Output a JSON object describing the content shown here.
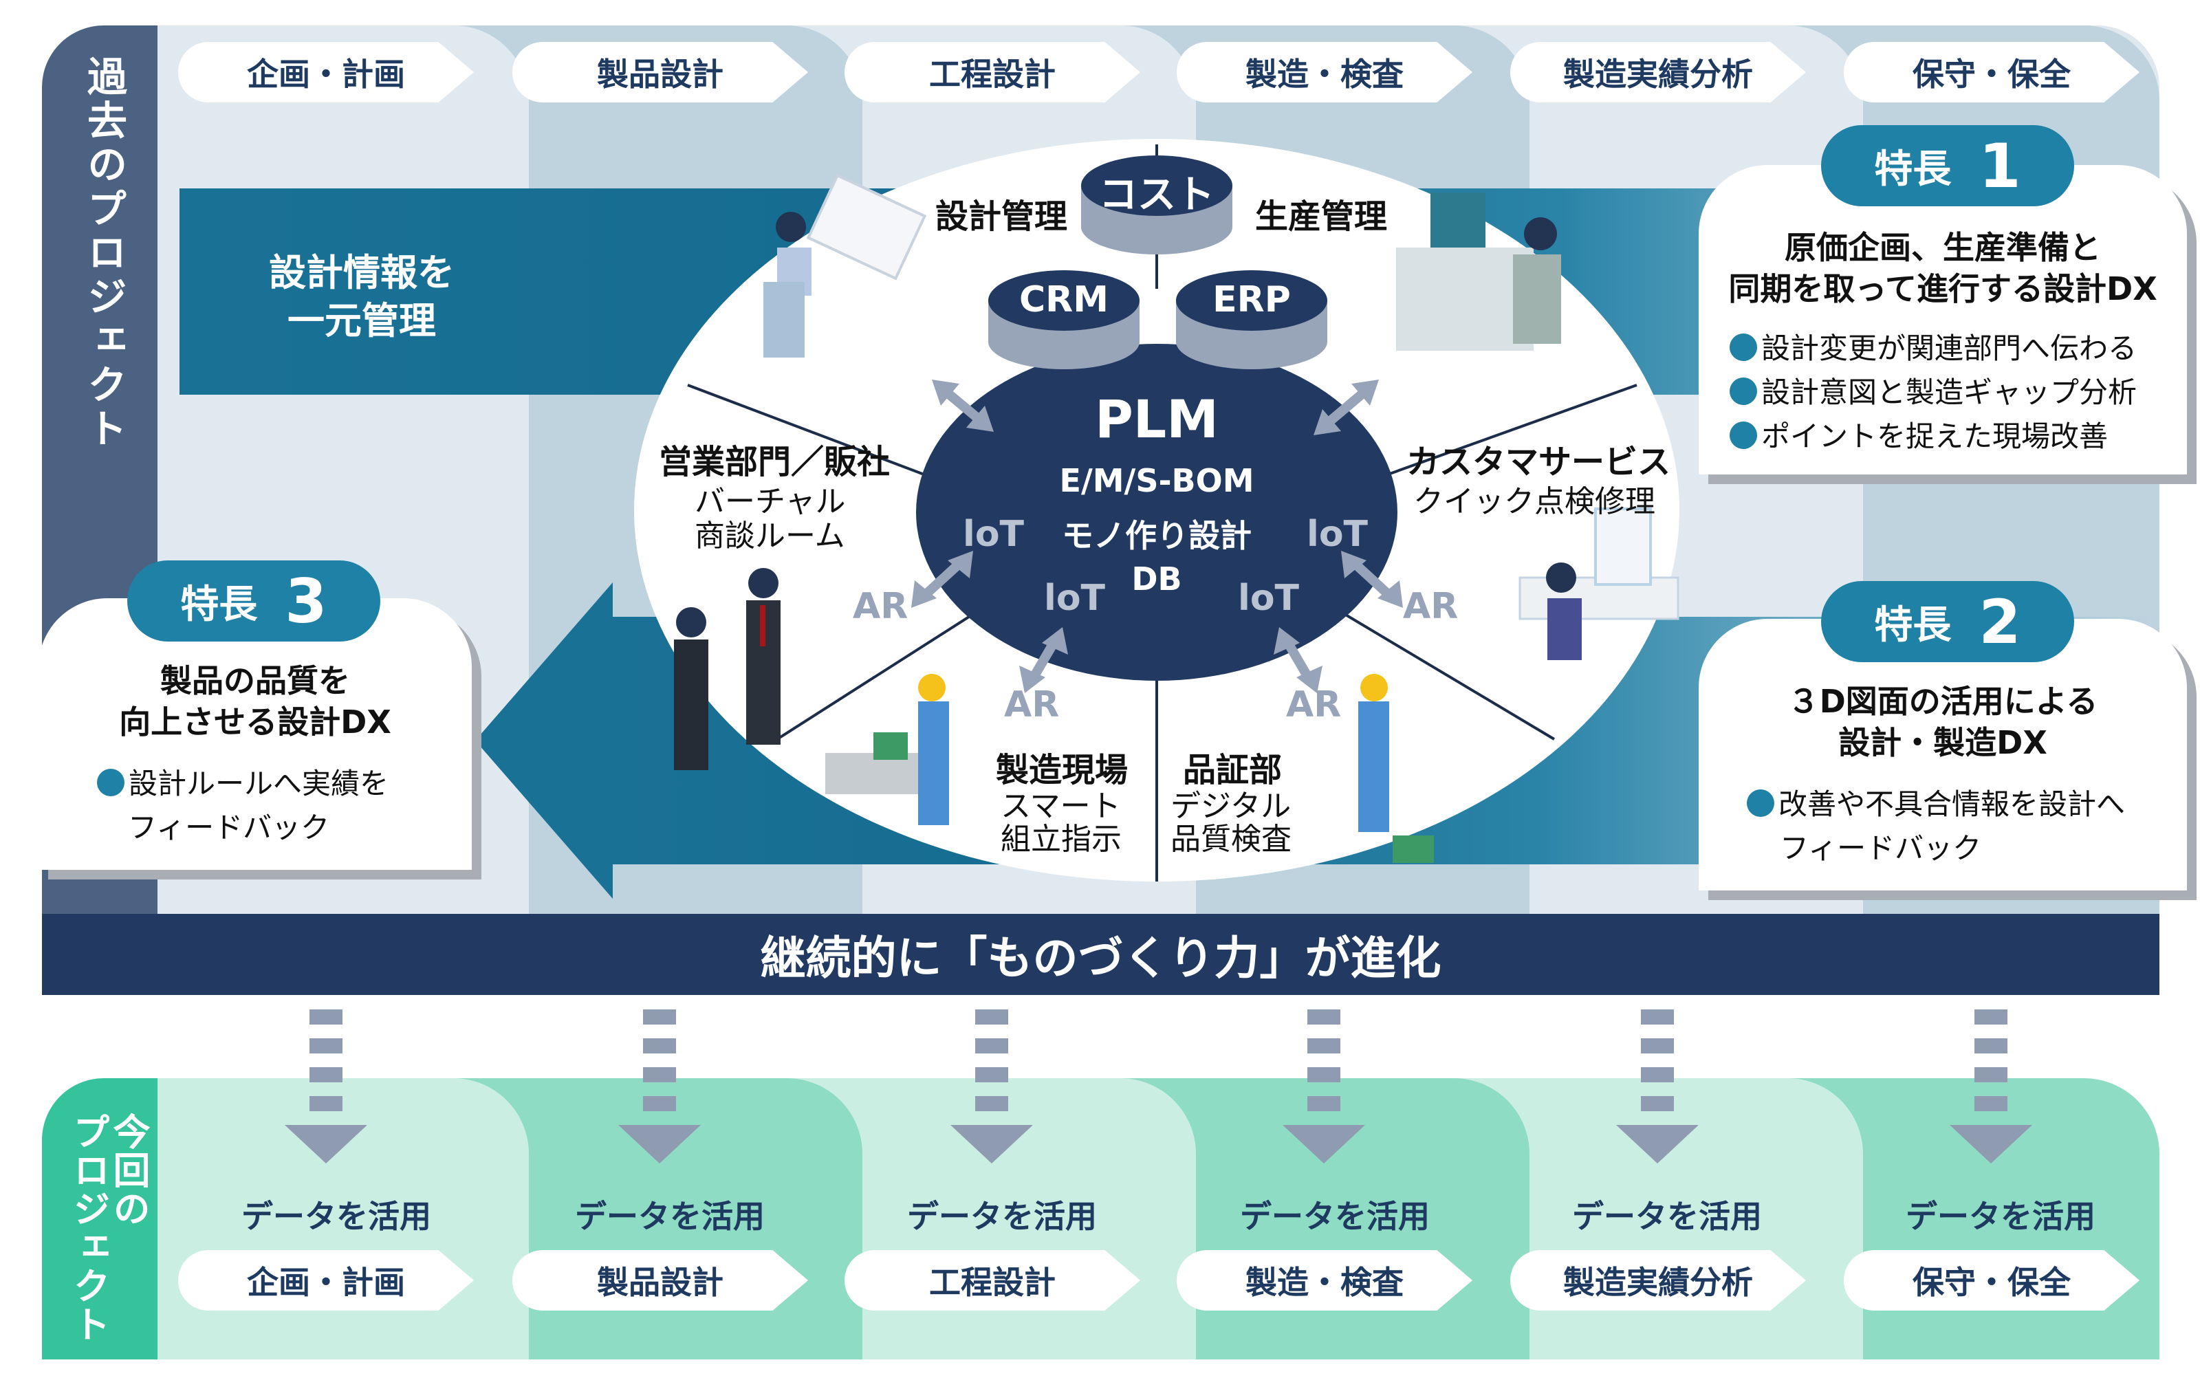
{
  "past_project": {
    "side_label": "過去のプロジェクト",
    "phases": [
      "企画・計画",
      "製品設計",
      "工程設計",
      "製造・検査",
      "製造実績分析",
      "保守・保全"
    ],
    "band_label_line1": "設計情報を",
    "band_label_line2": "一元管理"
  },
  "hub": {
    "databases": {
      "top": "コスト",
      "left": "CRM",
      "right": "ERP"
    },
    "core_title": "PLM",
    "core_lines": [
      "E/M/S-BOM",
      "モノ作り設計",
      "DB"
    ],
    "iot_label": "loT",
    "ar_label": "AR",
    "segments": [
      {
        "title": "設計管理"
      },
      {
        "title": "生産管理"
      },
      {
        "title": "営業部門／販社",
        "sub1": "バーチャル",
        "sub2": "商談ルーム"
      },
      {
        "title": "カスタマサービス",
        "sub1": "クイック点検修理"
      },
      {
        "title": "製造現場",
        "sub1": "スマート",
        "sub2": "組立指示"
      },
      {
        "title": "品証部",
        "sub1": "デジタル",
        "sub2": "品質検査"
      }
    ]
  },
  "features": [
    {
      "badge_label": "特長",
      "badge_number": "1",
      "title_line1": "原価企画、生産準備と",
      "title_line2": "同期を取って進行する設計DX",
      "bullets": [
        "設計変更が関連部門へ伝わる",
        "設計意図と製造ギャップ分析",
        "ポイントを捉えた現場改善"
      ]
    },
    {
      "badge_label": "特長",
      "badge_number": "2",
      "title_line1": "３D図面の活用による",
      "title_line2": "設計・製造DX",
      "bullets": [
        "改善や不具合情報を設計へ"
      ],
      "bullet_cont": "フィードバック"
    },
    {
      "badge_label": "特長",
      "badge_number": "3",
      "title_line1": "製品の品質を",
      "title_line2": "向上させる設計DX",
      "bullets": [
        "設計ルールへ実績を"
      ],
      "bullet_cont": "フィードバック"
    }
  ],
  "banner": {
    "text": "継続的に「ものづくり力」が進化"
  },
  "current_project": {
    "side_label_col1": "今回の",
    "side_label_col2": "プロジェクト",
    "use_label": "データを活用",
    "phases": [
      "企画・計画",
      "製品設計",
      "工程設計",
      "製造・検査",
      "製造実績分析",
      "保守・保全"
    ]
  },
  "colors": {
    "navy": "#223a62",
    "teal": "#1f81a6",
    "band_teal": "#1a7196",
    "green": "#34c39a",
    "arrow_grey": "#8f9bb0",
    "side_slate": "#4c6282"
  }
}
